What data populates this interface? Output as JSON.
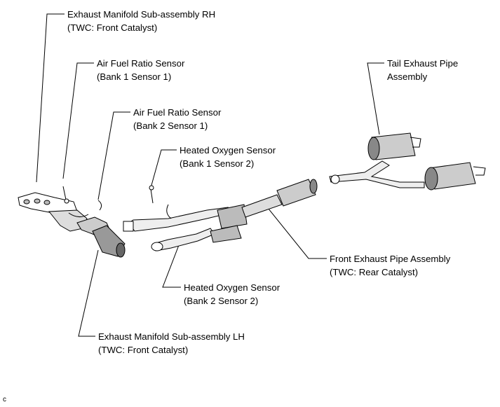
{
  "callouts": {
    "manifold_rh": {
      "line1": "Exhaust Manifold Sub-assembly RH",
      "line2": "(TWC: Front Catalyst)"
    },
    "af_sensor_b1s1": {
      "line1": "Air Fuel Ratio Sensor",
      "line2": "(Bank 1 Sensor 1)"
    },
    "af_sensor_b2s1": {
      "line1": "Air Fuel Ratio Sensor",
      "line2": "(Bank 2 Sensor 1)"
    },
    "ho2_b1s2": {
      "line1": "Heated Oxygen Sensor",
      "line2": "(Bank 1 Sensor 2)"
    },
    "tail_pipe": {
      "line1": "Tail Exhaust Pipe",
      "line2": "Assembly"
    },
    "front_pipe": {
      "line1": "Front Exhaust Pipe Assembly",
      "line2": "(TWC: Rear Catalyst)"
    },
    "ho2_b2s2": {
      "line1": "Heated Oxygen Sensor",
      "line2": "(Bank 2 Sensor 2)"
    },
    "manifold_lh": {
      "line1": "Exhaust Manifold Sub-assembly LH",
      "line2": "(TWC: Front Catalyst)"
    }
  },
  "figure_code": "c"
}
